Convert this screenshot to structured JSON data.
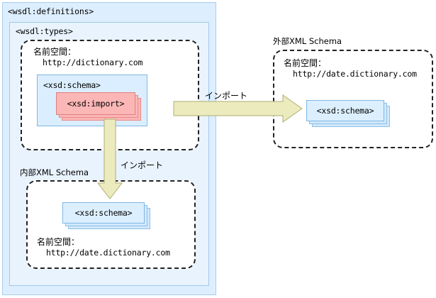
{
  "diagram": {
    "title": "WSDL schema import structure",
    "colors": {
      "outer_container_fill": "#ddeeff",
      "outer_container_border": "#a8cdee",
      "types_container_fill": "#e8f3fd",
      "types_container_border": "#9ec8ea",
      "schema_panel_fill": "#dbeeff",
      "schema_panel_border": "#7fb6e3",
      "import_card_fill": "#fbb6b6",
      "import_card_border": "#e07f7f",
      "schema_card_fill": "#dcefff",
      "schema_card_border": "#7fb6e3",
      "arrow_fill": "#ecebbd",
      "arrow_border": "#b7b57a",
      "dashed_border": "#222222"
    },
    "wsdl_definitions": {
      "tag": "<wsdl:definitions>"
    },
    "wsdl_types": {
      "tag": "<wsdl:types>"
    },
    "namespace_dictionary": {
      "label": "名前空間：",
      "url": "http://dictionary.com"
    },
    "xsd_schema_panel": {
      "tag": "<xsd:schema>"
    },
    "xsd_import_stack": {
      "tag": "<xsd:import>",
      "layers": 3
    },
    "external_schema": {
      "title": "外部XML Schema",
      "namespace_label": "名前空間：",
      "namespace_url": "http://date.dictionary.com",
      "stack_tag": "<xsd:schema>",
      "layers": 3
    },
    "internal_schema": {
      "title": "内部XML Schema",
      "namespace_label": "名前空間：",
      "namespace_url": "http://date.dictionary.com",
      "stack_tag": "<xsd:schema>",
      "layers": 3
    },
    "arrows": {
      "horizontal": {
        "label": "インポート",
        "direction": "right",
        "from": "xsd:import",
        "to": "external XML Schema"
      },
      "vertical": {
        "label": "インポート",
        "direction": "down",
        "from": "xsd:import",
        "to": "internal XML Schema"
      }
    }
  }
}
